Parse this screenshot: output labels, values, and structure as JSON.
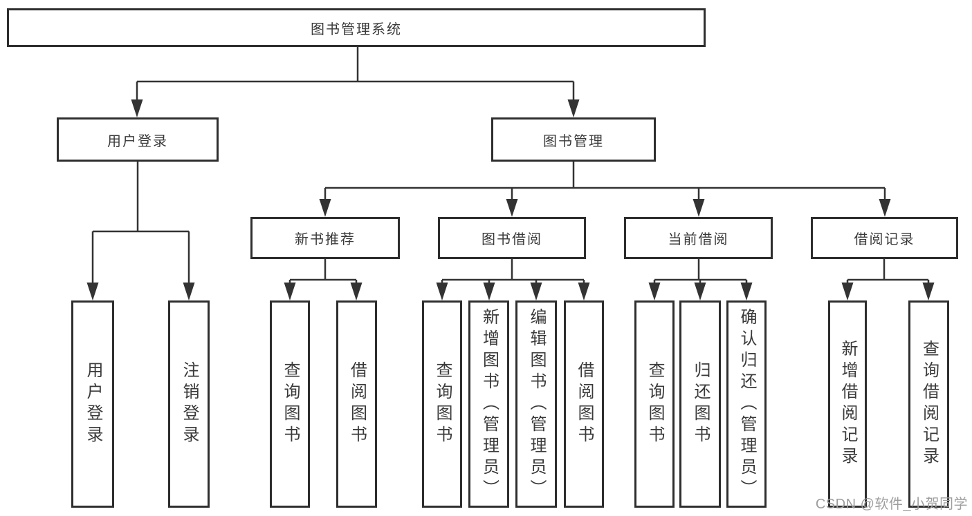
{
  "diagram": {
    "root": "图书管理系统",
    "level2": [
      "用户登录",
      "图书管理"
    ],
    "level3": [
      "新书推荐",
      "图书借阅",
      "当前借阅",
      "借阅记录"
    ],
    "leaves": [
      "用户登录",
      "注销登录",
      "查询图书",
      "借阅图书",
      "查询图书",
      "新增图书（管理员）",
      "编辑图书（管理员）",
      "借阅图书",
      "查询图书",
      "归还图书",
      "确认归还（管理员）",
      "新增借阅记录",
      "查询借阅记录"
    ]
  },
  "watermark": "CSDN @软件_小贺同学",
  "colors": {
    "line": "#333333",
    "border": "#2e2e2e",
    "text": "#3a3a3a",
    "watermark": "#9e9e9e"
  }
}
